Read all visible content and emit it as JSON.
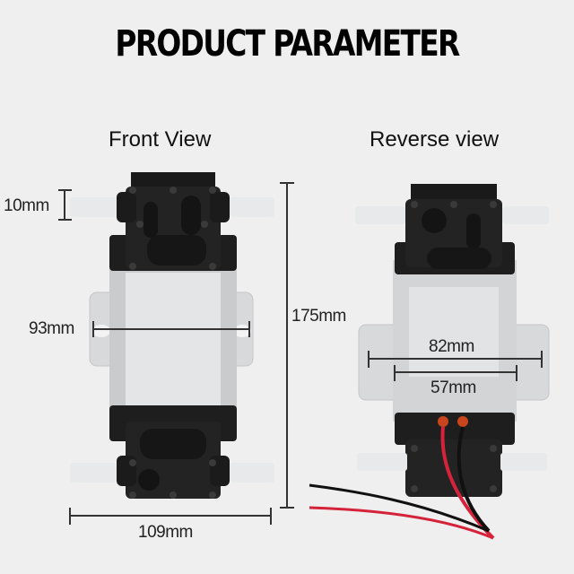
{
  "title": "PRODUCT PARAMETER",
  "views": {
    "front": {
      "label": "Front View"
    },
    "reverse": {
      "label": "Reverse view"
    }
  },
  "dimensions": {
    "inlet_diameter": "10mm",
    "bracket_width_front": "93mm",
    "total_height": "175mm",
    "total_width": "109mm",
    "mount_outer": "82mm",
    "mount_inner": "57mm"
  },
  "colors": {
    "background": "#efefef",
    "pump_body": "#1e1e1e",
    "motor_metal": "#d2d4d6",
    "wire_red": "#d4233a",
    "wire_black": "#111111"
  }
}
